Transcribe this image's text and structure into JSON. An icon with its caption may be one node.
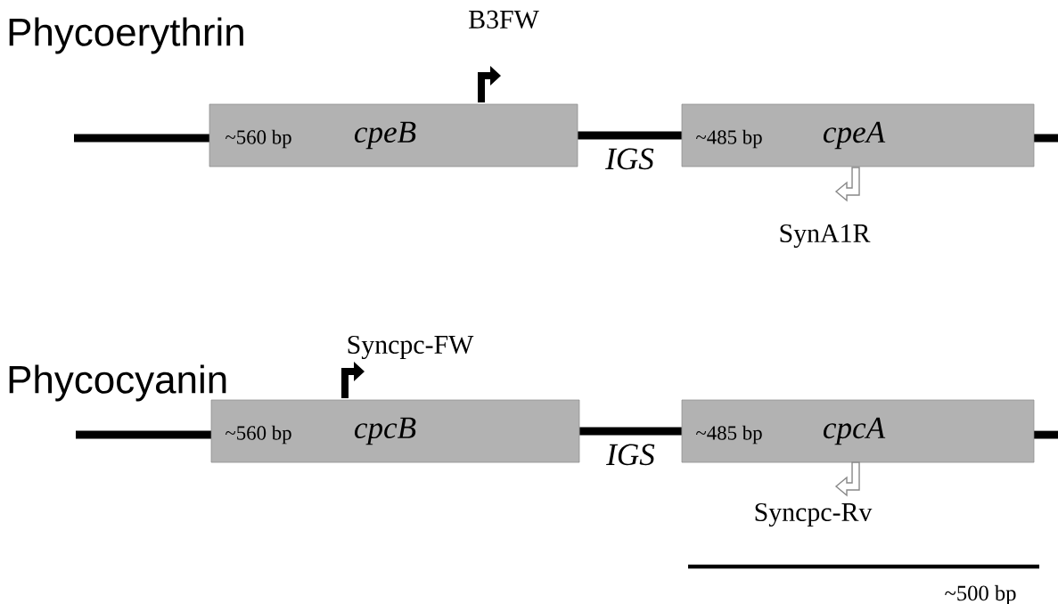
{
  "diagram": {
    "nodes": [
      {
        "text": [
          "~560 bp",
          "cpeB"
        ]
      },
      {
        "text": [
          "~485 bp",
          "cpeA"
        ]
      },
      {
        "text": [
          "~560 bp",
          "cpcB"
        ]
      },
      {
        "text": [
          "~485 bp",
          "cpcA"
        ]
      }
    ],
    "edges": [
      {
        "from": 0,
        "to": 1,
        "arrow": "none",
        "label": "IGS"
      },
      {
        "from": 2,
        "to": 3,
        "arrow": "none",
        "label": "IGS"
      }
    ],
    "labels": [
      "Phycoerythrin",
      "B3FW",
      "SynA1R",
      "Phycocyanin",
      "Syncpc-FW",
      "Syncpc-Rv",
      "~500 bp"
    ]
  }
}
